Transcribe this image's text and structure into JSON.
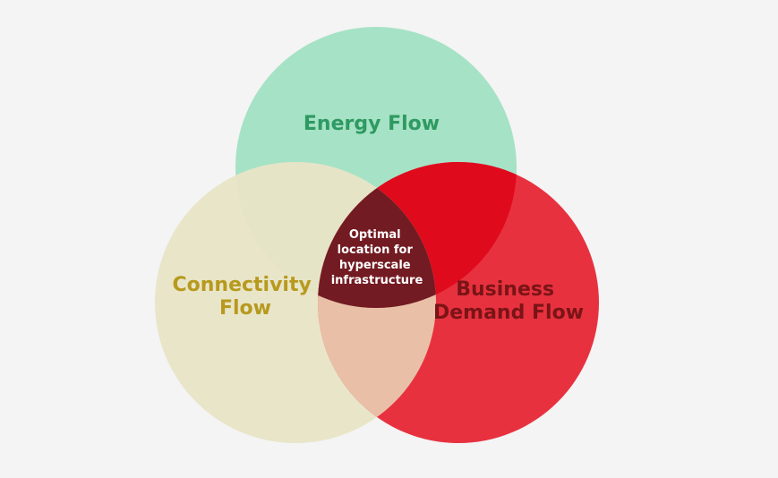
{
  "diagram": {
    "circles": [
      {
        "id": "energy",
        "label_lines": [
          "Energy Flow"
        ],
        "fill": "#a6e2c6",
        "label_color": "#2e9a61"
      },
      {
        "id": "connectivity",
        "label_lines": [
          "Connectivity",
          "Flow"
        ],
        "fill": "#e9e5c9",
        "label_color": "#b79a1d"
      },
      {
        "id": "business",
        "label_lines": [
          "Business",
          "Demand Flow"
        ],
        "fill": "#e8313f",
        "label_color": "#7a1416"
      }
    ],
    "overlaps": {
      "energy_connectivity": "#e6e4c7",
      "energy_business": "#e00a1d",
      "connectivity_business": "#e9c0a7",
      "center": "#731b22"
    },
    "center_label_lines": [
      "Optimal",
      "location for",
      "hyperscale",
      "infrastructure"
    ],
    "center_label_color": "#ffffff",
    "background": "#f4f4f4"
  }
}
